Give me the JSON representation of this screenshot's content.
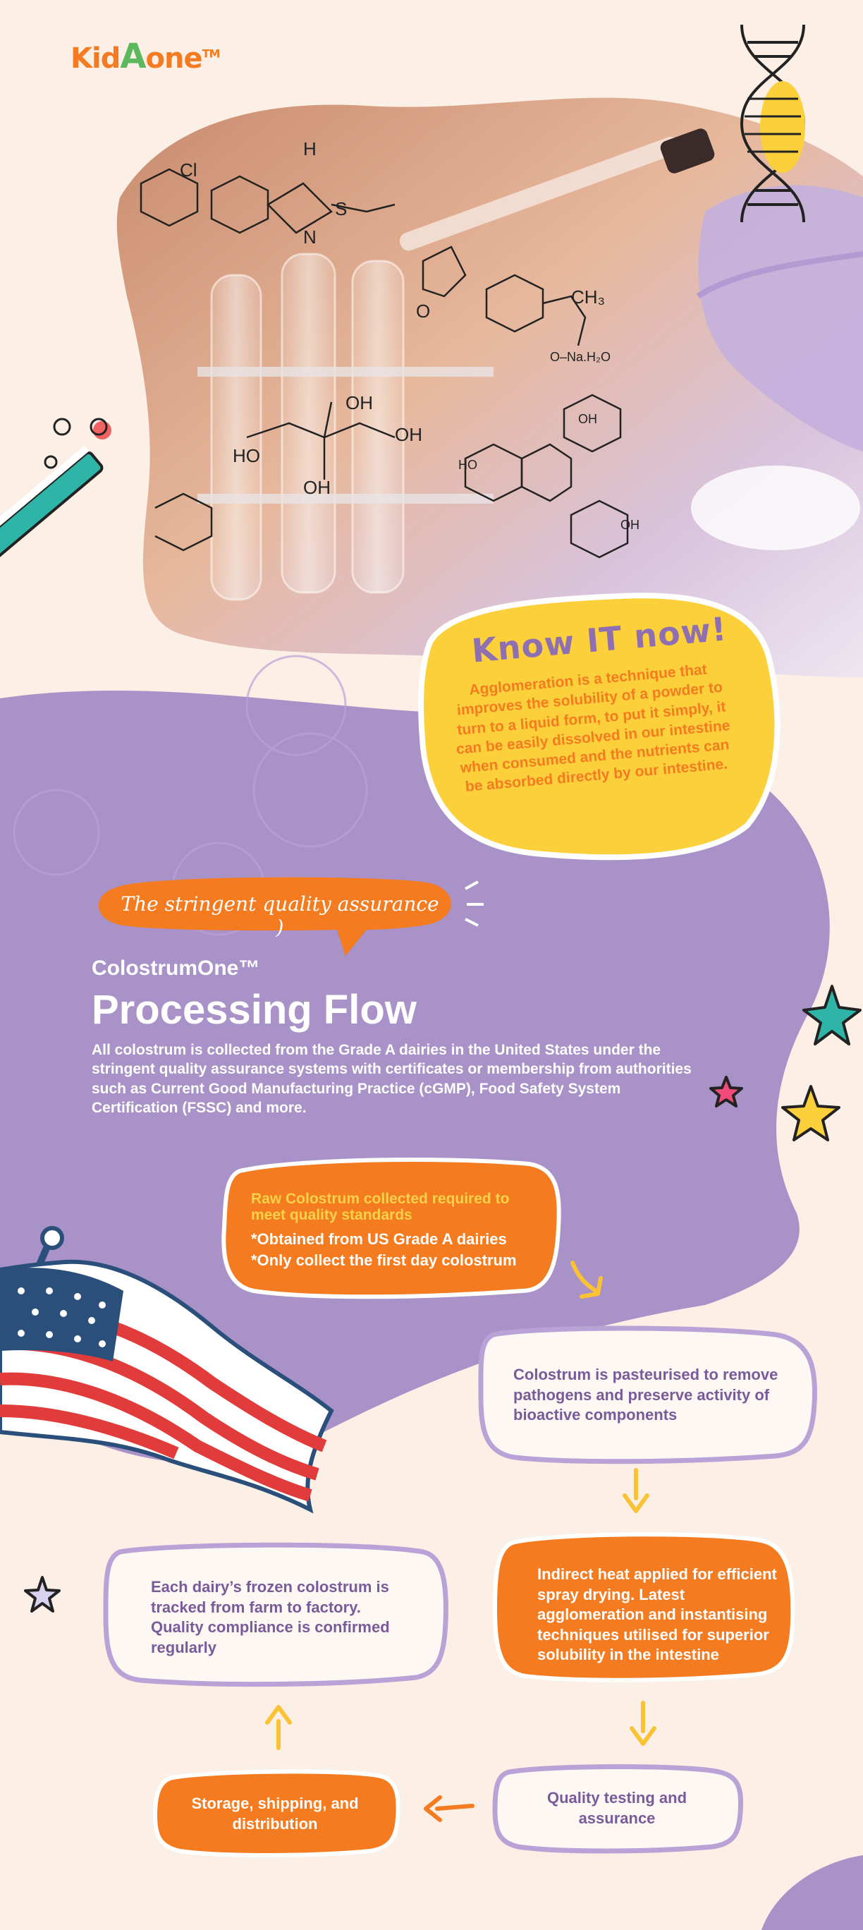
{
  "brand": {
    "logo_text_1": "Kid",
    "logo_text_2": "A",
    "logo_text_3": "one",
    "logo_mark": "TM",
    "colors": {
      "orange": "#f47b20",
      "purple": "#a88fc6",
      "yellow": "#fbd03b",
      "cream": "#fcefe6",
      "green": "#5cb85c"
    }
  },
  "hero": {
    "icons": [
      "dna-helix-icon",
      "test-tube-icon",
      "dropper-icon",
      "molecule-icon"
    ]
  },
  "know": {
    "title": "Know IT now!",
    "text": "Agglomeration is a technique that improves the solubility of a powder to turn to a liquid form, to put it simply, it can be easily dissolved in our intestine when consumed and the nutrients can be absorbed directly by our intestine."
  },
  "section": {
    "tag": "The stringent quality assurance )",
    "brand_name": "ColostrumOne™",
    "heading": "Processing Flow",
    "intro": "All colostrum is collected from the Grade A dairies in the United States under the stringent quality assurance systems with certificates or membership from authorities such as Current Good Manufacturing Practice (cGMP), Food Safety System Certification (FSSC) and more."
  },
  "steps": {
    "s1_title": "Raw Colostrum collected required to meet quality standards",
    "s1_b1": "*Obtained from US Grade A dairies",
    "s1_b2": "*Only collect the first day colostrum",
    "s2": "Colostrum is pasteurised to remove pathogens and preserve activity of bioactive components",
    "s3": "Indirect heat applied for efficient spray drying. Latest agglomeration and instantising techniques utilised for superior solubility in the intestine",
    "s4": "Each dairy’s frozen colostrum is tracked from farm to factory. Quality compliance is confirmed regularly",
    "s5": "Quality testing and assurance",
    "s6": "Storage, shipping, and distribution"
  }
}
